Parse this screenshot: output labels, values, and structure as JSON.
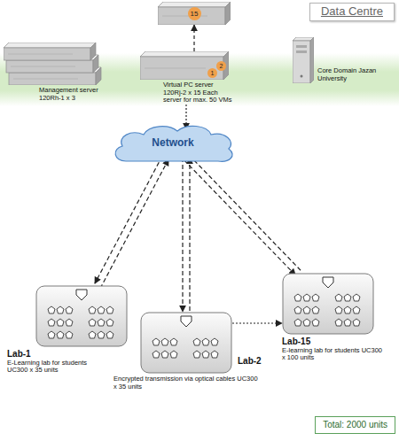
{
  "diagram": {
    "nodes": [
      {
        "text": [
          "Data Centre"
        ]
      },
      {
        "text": [
          "Management server 120Rh-1 x 3"
        ],
        "in": 0
      },
      {
        "text": [
          "Virtual PC server 120Rj-2 x 15 Each server for max. 50 VMs"
        ],
        "in": 0
      },
      {
        "text": [
          "15"
        ],
        "in": 0
      },
      {
        "text": [
          "Core Domain Jazan University"
        ],
        "in": 0
      },
      {
        "text": [
          "Network"
        ]
      },
      {
        "text": [
          "Lab-1",
          "E-Learning lab for students UC300 x 35 units"
        ]
      },
      {
        "text": [
          "Lab-2",
          "Encrypted transmission via optical cables UC300 x 35 units"
        ]
      },
      {
        "text": [
          "Lab-15",
          "E-learning lab for students UC300 x 100 units"
        ]
      },
      {
        "text": [
          "Total: 2000 units"
        ]
      }
    ],
    "edges": [
      {
        "from": 2,
        "to": 3,
        "arrow": "to"
      },
      {
        "from": 2,
        "to": 5,
        "arrow": "to"
      },
      {
        "from": 5,
        "to": 6,
        "arrow": "both"
      },
      {
        "from": 5,
        "to": 7,
        "arrow": "both"
      },
      {
        "from": 5,
        "to": 8,
        "arrow": "both"
      },
      {
        "from": 7,
        "to": 8,
        "arrow": "to"
      }
    ],
    "labels": [
      "1",
      "2"
    ]
  }
}
